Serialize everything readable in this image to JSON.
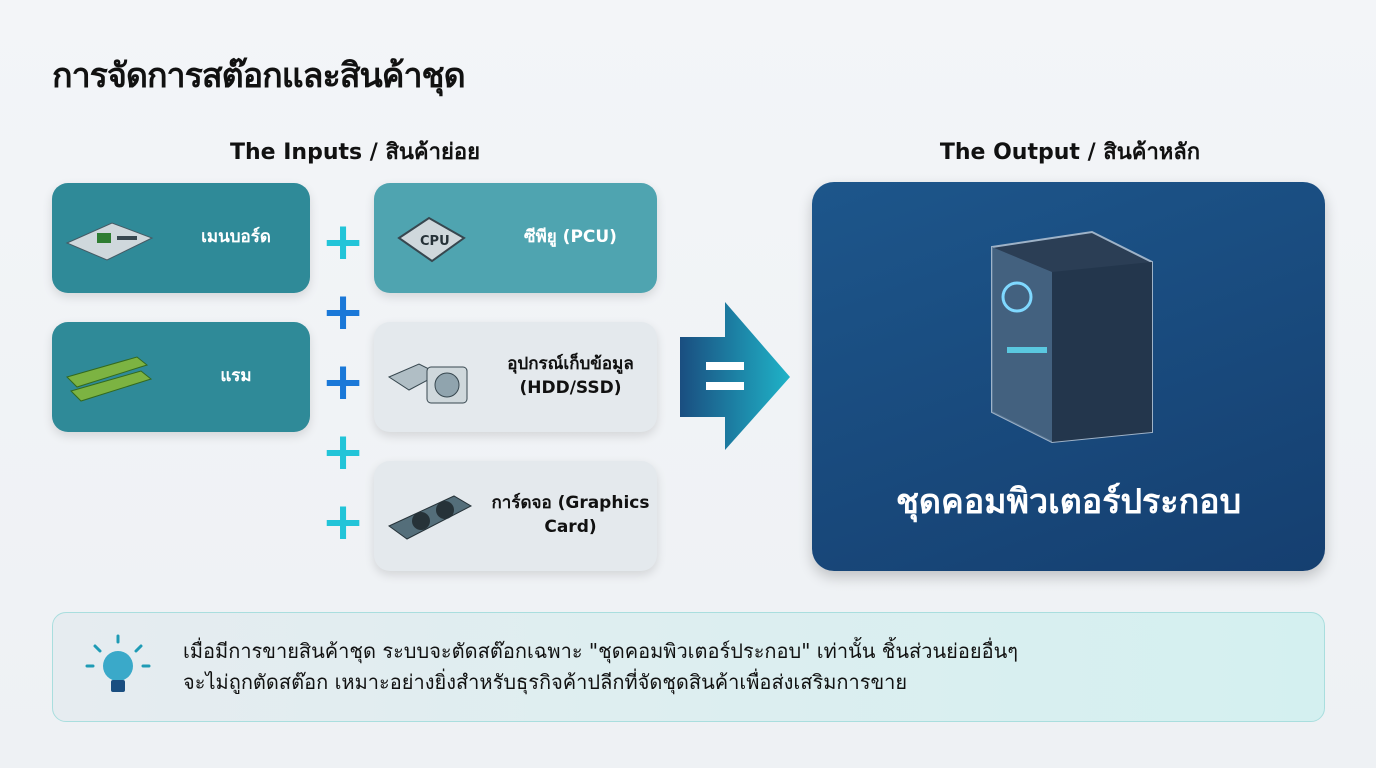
{
  "title": "การจัดการสต๊อกและสินค้าชุด",
  "inputs_header": "The Inputs / สินค้าย่อย",
  "output_header": "The Output / สินค้าหลัก",
  "inputs": [
    {
      "label": "เมนบอร์ด",
      "icon": "motherboard-icon"
    },
    {
      "label": "ซีพียู (PCU)",
      "icon": "cpu-icon",
      "chip_text": "CPU"
    },
    {
      "label": "แรม",
      "icon": "ram-icon"
    },
    {
      "label": "อุปกรณ์เก็บข้อมูล (HDD/SSD)",
      "icon": "storage-icon"
    },
    {
      "label": "การ์ดจอ (Graphics Card)",
      "icon": "graphics-card-icon"
    }
  ],
  "output": {
    "label": "ชุดคอมพิวเตอร์ประกอบ",
    "icon": "pc-case-icon"
  },
  "note": {
    "line1": "เมื่อมีการขายสินค้าชุด ระบบจะตัดสต๊อกเฉพาะ \"ชุดคอมพิวเตอร์ประกอบ\" เท่านั้น ชิ้นส่วนย่อยอื่นๆ",
    "line2": "จะไม่ถูกตัดสต๊อก เหมาะอย่างยิ่งสำหรับธุรกิจค้าปลีกที่จัดชุดสินค้าเพื่อส่งเสริมการขาย",
    "icon": "lightbulb-icon"
  },
  "colors": {
    "teal": "#2f8a98",
    "navy": "#1a4e80",
    "plus_cyan": "#22c4d8",
    "plus_blue": "#1a78d8"
  }
}
